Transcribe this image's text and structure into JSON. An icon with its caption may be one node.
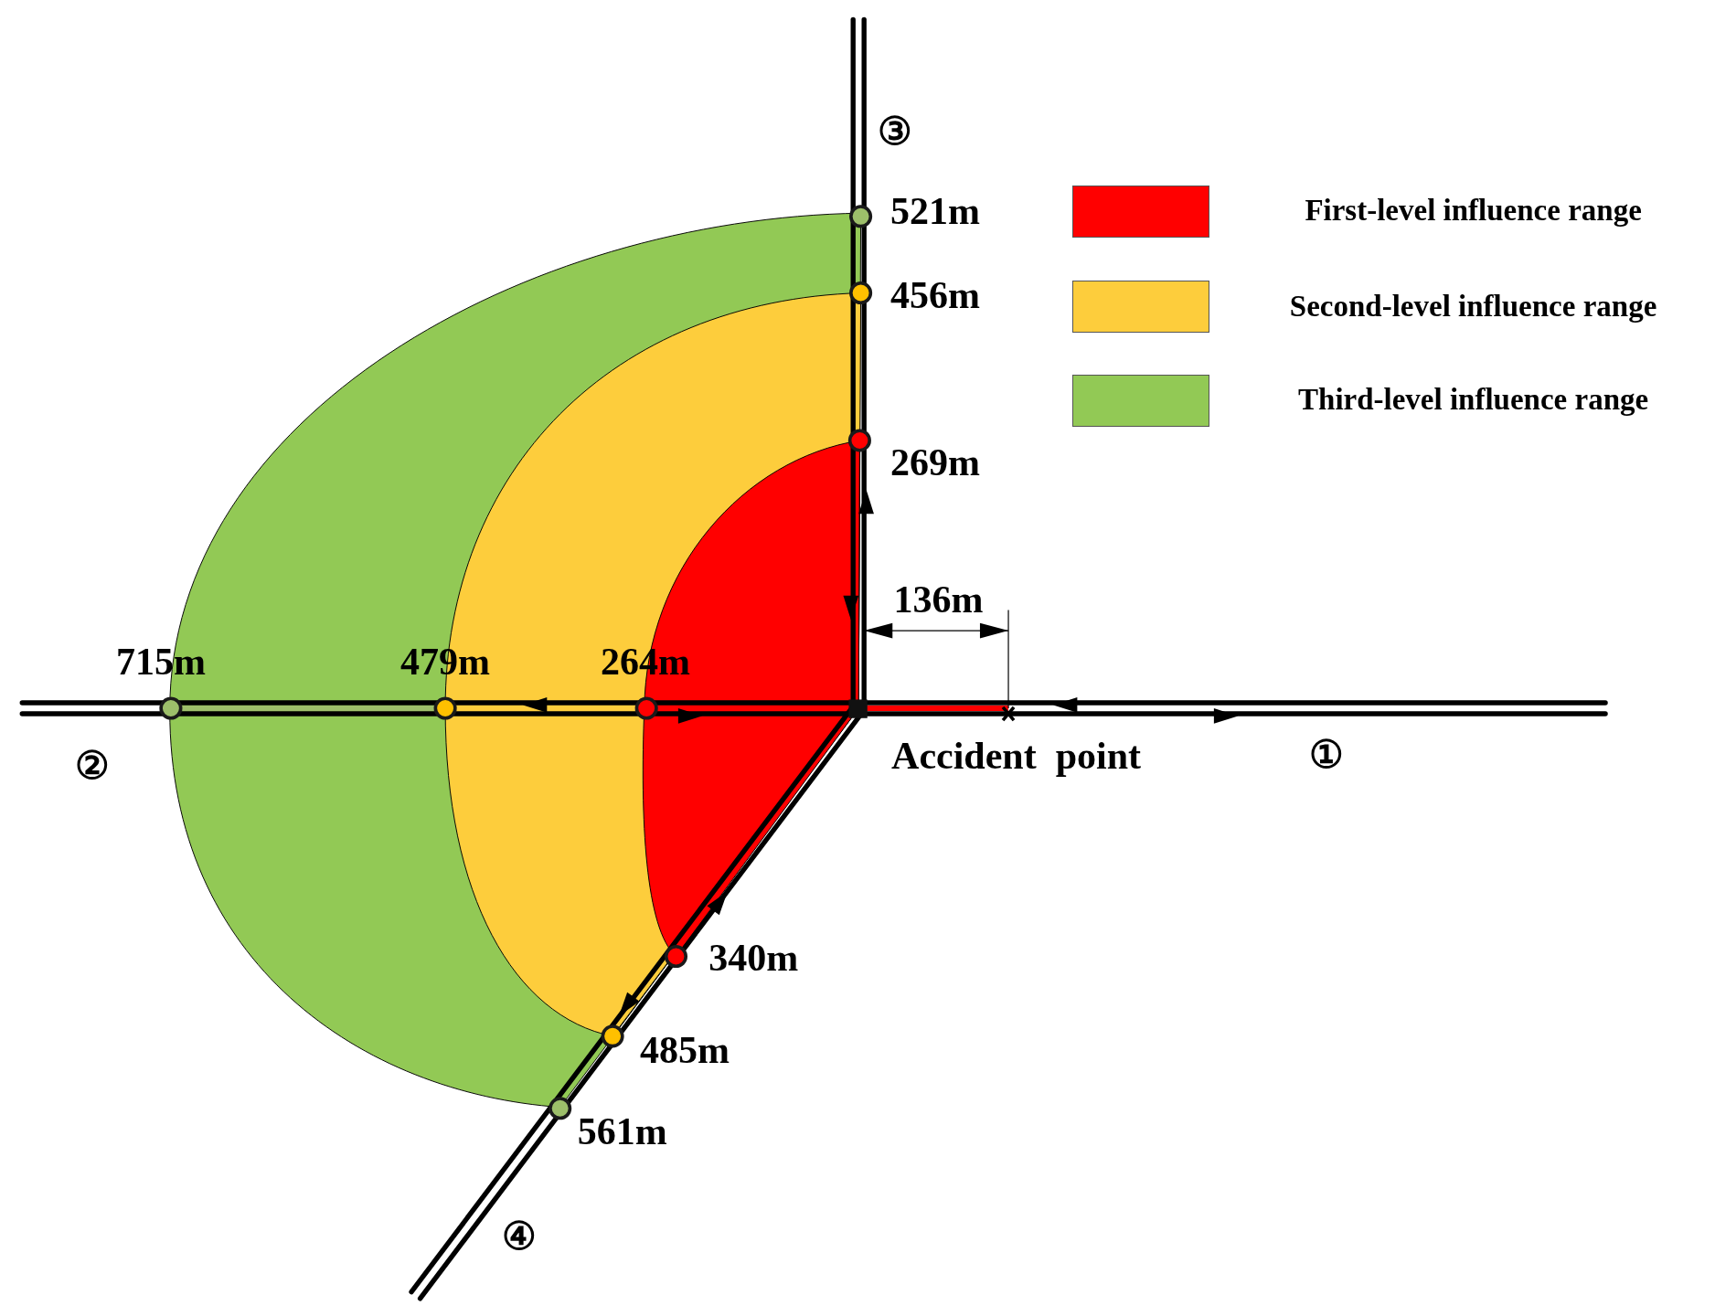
{
  "diagram": {
    "labels": [
      "③",
      "521m",
      "456m",
      "269m",
      "136m",
      "715m",
      "479m",
      "264m",
      "②",
      "Accident  point",
      "①",
      "340m",
      "485m",
      "561m",
      "④"
    ],
    "legend": [
      {
        "text": "First-level influence range",
        "color": "#ff0000"
      },
      {
        "text": "Second-level influence range",
        "color": "#fdcd3c"
      },
      {
        "text": "Third-level influence range",
        "color": "#92c955"
      }
    ]
  }
}
